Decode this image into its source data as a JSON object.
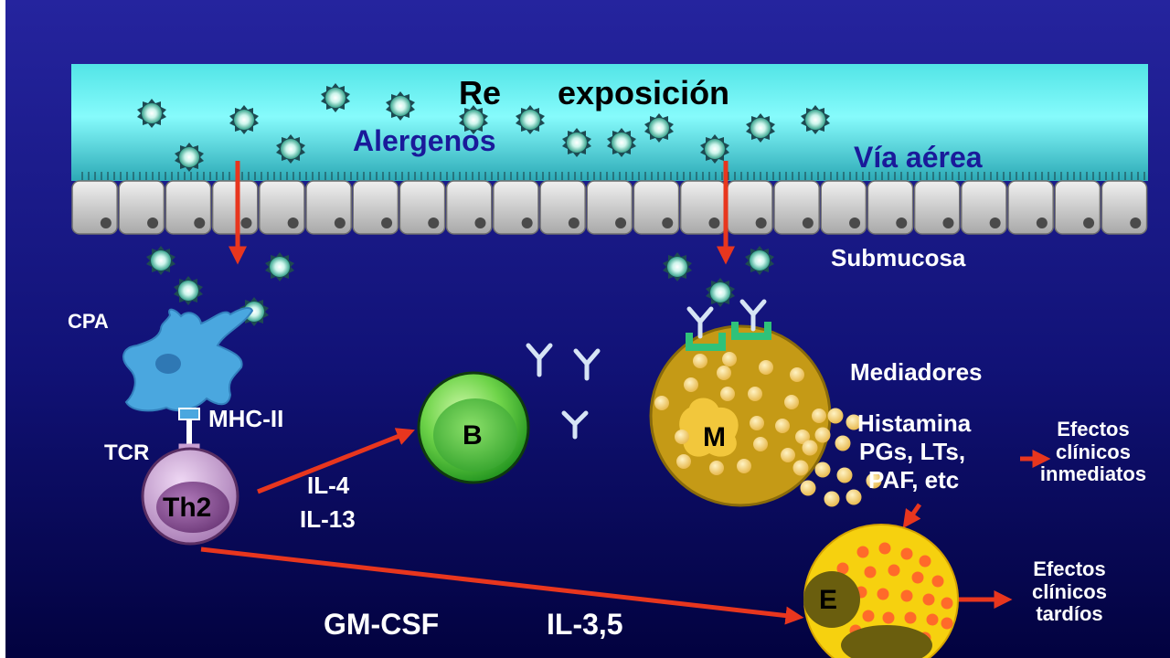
{
  "colors": {
    "background_top": "#24239a",
    "background_bottom": "#02024a",
    "airway": "#6cf0f2",
    "arrow": "#e8361e",
    "apc": "#4aa7df",
    "th2": "#b98bc4",
    "b_cell": "#41b936",
    "mast_cell": "#c59a16",
    "granule": "#f2d16a",
    "eosinophil": "#f6d10f",
    "eos_granule": "#ff6a2a"
  },
  "diagram": {
    "title_re": "Re",
    "title_exposicion": "exposición",
    "allergens": "Alergenos",
    "airway": "Vía aérea",
    "submucosa": "Submucosa",
    "apc": "CPA",
    "mhc": "MHC-II",
    "tcr": "TCR",
    "th2": "Th2",
    "b_cell": "B",
    "mast_cell": "M",
    "eosinophil": "E",
    "il_4": "IL-4",
    "il_13": "IL-13",
    "gm_csf": "GM-CSF",
    "il_35": "IL-3,5",
    "mediators": "Mediadores",
    "histamine": "Histamina",
    "pgs": "PGs, LTs,",
    "paf": "PAF, etc",
    "immediate_effects": [
      "Efectos",
      "clínicos",
      "inmediatos"
    ],
    "late_effects": [
      "Efectos",
      "clínicos",
      "tardíos"
    ]
  }
}
